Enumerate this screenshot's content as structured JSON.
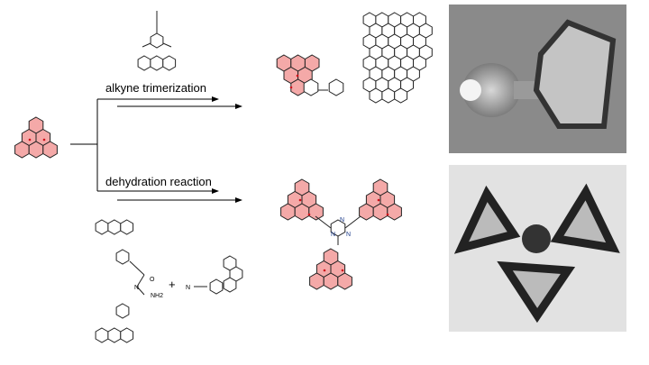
{
  "reactions": {
    "top_label": "alkyne trimerization",
    "bottom_label": "dehydration reaction"
  },
  "reagents": {
    "plus": "+",
    "amide_O": "O",
    "amide_N": "N",
    "amide_NH2": "NH2",
    "nitrile_N": "N"
  },
  "triazine_atoms": [
    "N",
    "N",
    "N"
  ],
  "colors": {
    "triangulene_fill": "#f4a9a8",
    "bond": "#222222",
    "radical_dot": "#d0101a"
  }
}
